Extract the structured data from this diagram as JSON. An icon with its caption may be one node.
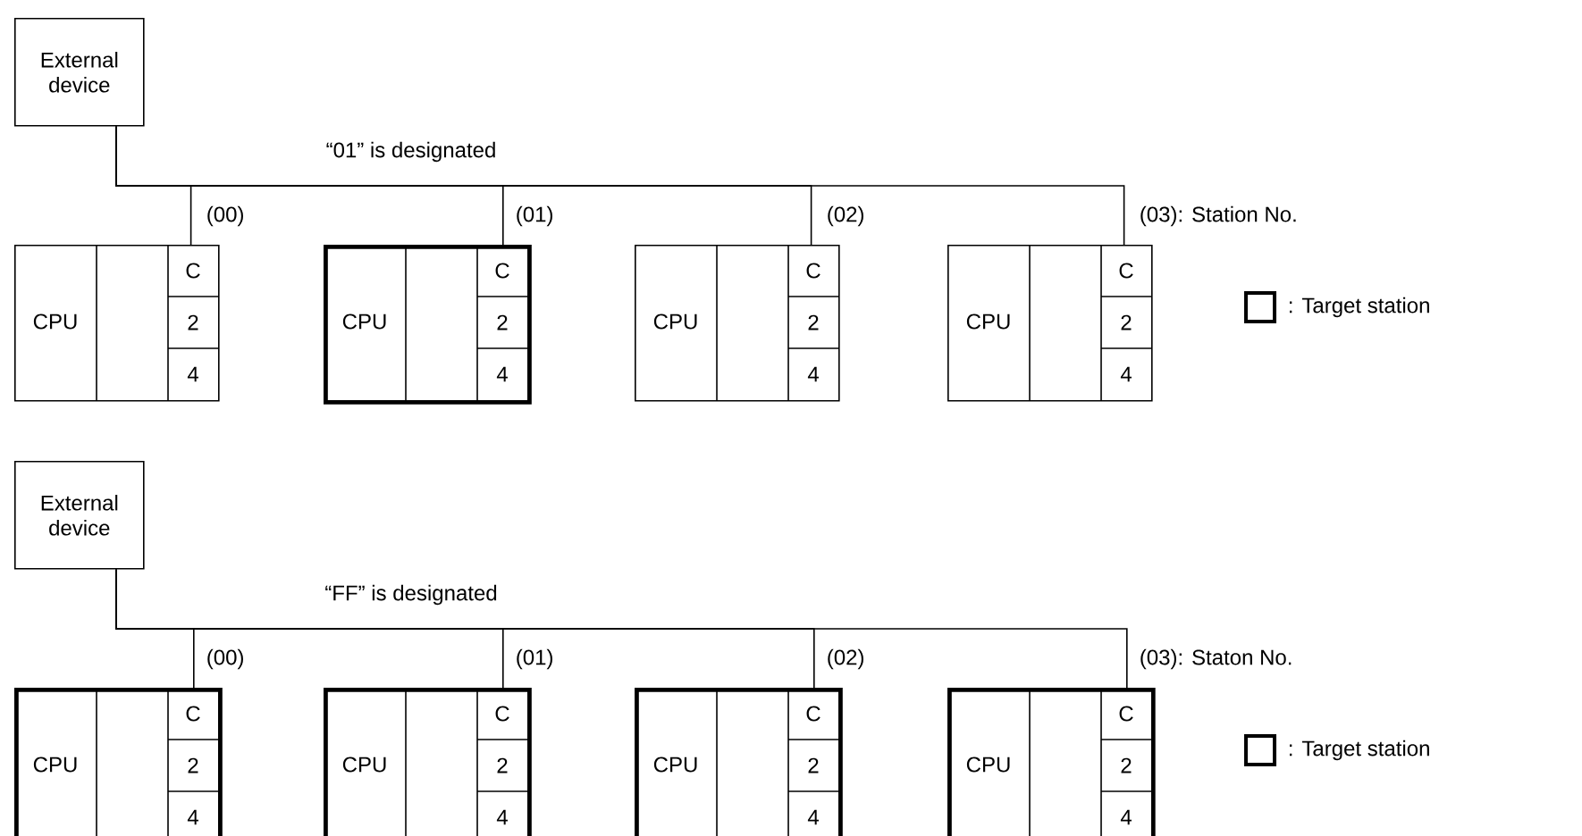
{
  "diagram": {
    "nodes": [
      {
        "text": [
          "External device"
        ]
      },
      {
        "text": [
          "CPU",
          "C",
          "2",
          "4"
        ],
        "beside": [
          "(00)"
        ]
      },
      {
        "text": [
          "CPU",
          "C",
          "2",
          "4"
        ],
        "beside": [
          "(01)"
        ]
      },
      {
        "text": [
          "CPU",
          "C",
          "2",
          "4"
        ],
        "beside": [
          "(02)"
        ]
      },
      {
        "text": [
          "CPU",
          "C",
          "2",
          "4"
        ],
        "beside": [
          "(03): Station No."
        ]
      },
      {
        "text": [
          "External device"
        ]
      },
      {
        "text": [
          "CPU",
          "C",
          "2",
          "4"
        ],
        "beside": [
          "(00)"
        ]
      },
      {
        "text": [
          "CPU",
          "C",
          "2",
          "4"
        ],
        "beside": [
          "(01)"
        ]
      },
      {
        "text": [
          "CPU",
          "C",
          "2",
          "4"
        ],
        "beside": [
          "(02)"
        ]
      },
      {
        "text": [
          "CPU",
          "C",
          "2",
          "4"
        ],
        "beside": [
          "(03): Staton No."
        ]
      }
    ],
    "edges": [
      {
        "from": 0,
        "to": 1,
        "arrow": "none"
      },
      {
        "from": 0,
        "to": 2,
        "arrow": "none"
      },
      {
        "from": 0,
        "to": 3,
        "arrow": "none"
      },
      {
        "from": 0,
        "to": 4,
        "arrow": "none"
      },
      {
        "from": 5,
        "to": 6,
        "arrow": "none"
      },
      {
        "from": 5,
        "to": 7,
        "arrow": "none"
      },
      {
        "from": 5,
        "to": 8,
        "arrow": "none"
      },
      {
        "from": 5,
        "to": 9,
        "arrow": "none"
      }
    ],
    "labels": [
      "“01” is designated",
      "“FF” is designated"
    ],
    "legend": [
      {
        "text": ": Target station"
      },
      {
        "text": ": Target station"
      }
    ]
  }
}
